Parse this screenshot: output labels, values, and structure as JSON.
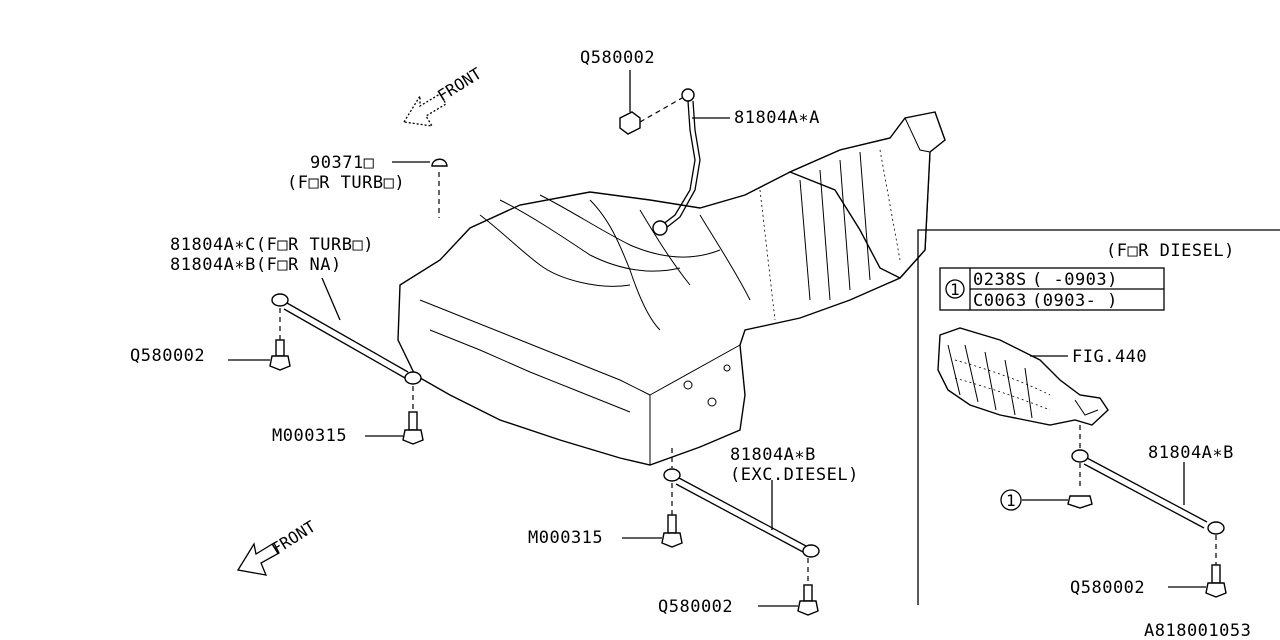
{
  "front_top": "FRONT",
  "front_bottom": "FRONT",
  "labels": {
    "q580002_top": "Q580002",
    "strap_a": "81804A∗A",
    "plug_part": "90371□",
    "plug_note": "(F□R TURB□)",
    "strap_c": "81804A∗C(F□R TURB□)",
    "strap_b_na": "81804A∗B(F□R NA)",
    "q580002_left": "Q580002",
    "m000315_left": "M000315",
    "strap_b_exc": "81804A∗B",
    "exc_diesel": "(EXC.DIESEL)",
    "m000315_bottom": "M000315",
    "q580002_bottom": "Q580002",
    "for_diesel": "(F□R DIESEL)",
    "fig440": "FIG.440",
    "strap_b_diesel": "81804A∗B",
    "q580002_diesel": "Q580002",
    "ref_marker": "1",
    "diagram_id": "A818001053"
  },
  "ref_table": {
    "marker": "1",
    "rows": [
      {
        "part": "0238S",
        "range": "(  -0903)"
      },
      {
        "part": "C0063",
        "range": "(0903-  )"
      }
    ]
  },
  "colors": {
    "ink": "#000000",
    "paper": "#ffffff"
  }
}
